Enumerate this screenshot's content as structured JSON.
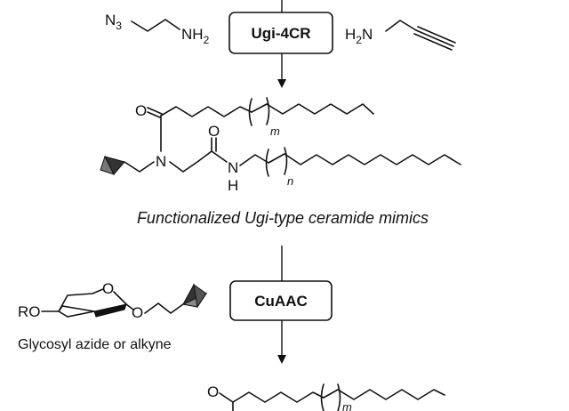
{
  "reagents": {
    "azido_amine": {
      "n3": "N",
      "n3_sub": "3",
      "nh2": "NH",
      "nh2_sub": "2"
    },
    "propargyl_amine": {
      "h2n_h": "H",
      "h2n_sub": "2",
      "h2n_n": "N"
    }
  },
  "steps": {
    "ugi_label": "Ugi-4CR",
    "cuaac_label": "CuAAC"
  },
  "product1": {
    "o_label": "O",
    "n_label": "N",
    "o2_label": "O",
    "nh_n": "N",
    "nh_h": "H",
    "index_m": "m",
    "index_n": "n",
    "caption": "Functionalized Ugi-type ceramide mimics"
  },
  "glycosyl": {
    "ro_label": "RO",
    "ring_o_label": "O",
    "link_o_label": "O",
    "caption": "Glycosyl azide or alkyne"
  },
  "product2": {
    "o_label": "O",
    "index_m": "m"
  }
}
